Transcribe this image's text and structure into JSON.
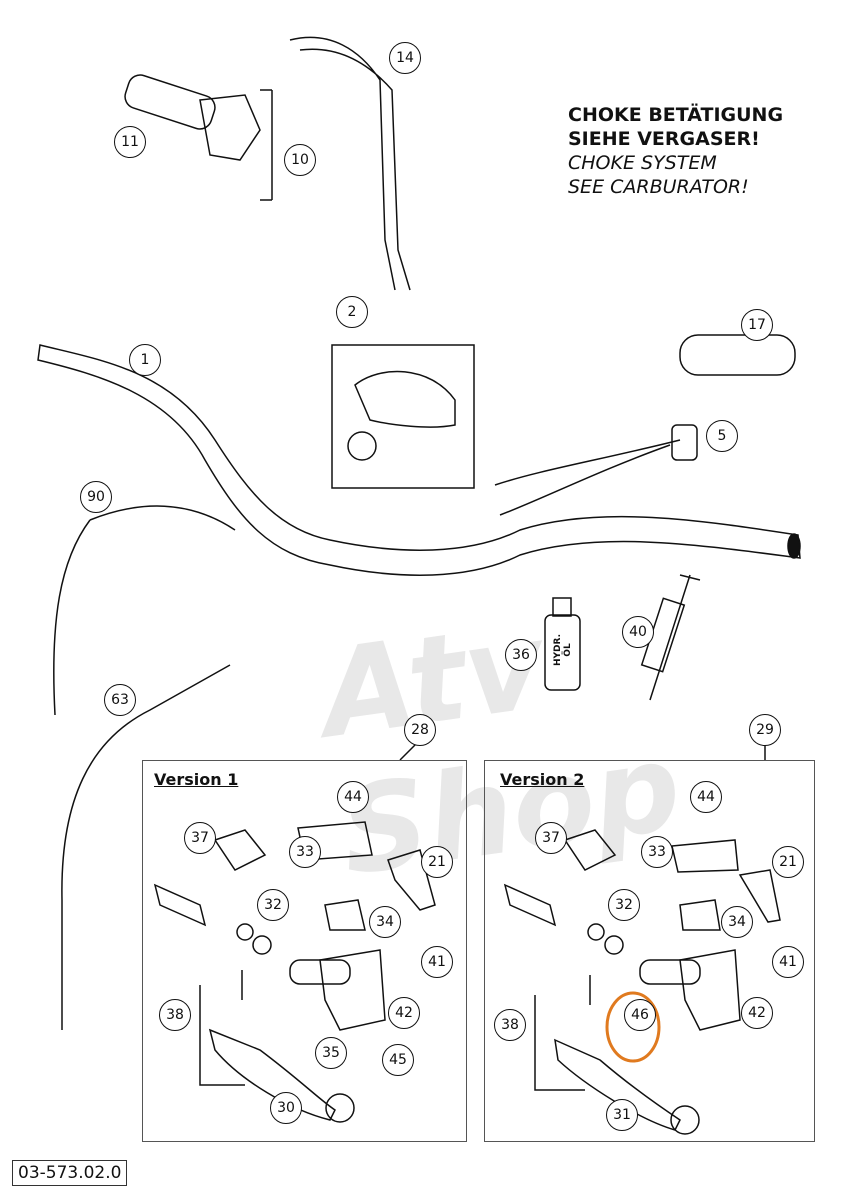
{
  "notes": {
    "choke_de_line1": "CHOKE BETÄTIGUNG",
    "choke_de_line2": "SIEHE VERGASER!",
    "choke_en_line1": "CHOKE SYSTEM",
    "choke_en_line2": "SEE CARBURATOR!"
  },
  "watermark": "Atv Shop",
  "panels": {
    "version1_title": "Version 1",
    "version2_title": "Version 2"
  },
  "bottle_label": "HYDR. ÖL",
  "callouts": {
    "c1": "1",
    "c2": "2",
    "c5": "5",
    "c10": "10",
    "c11": "11",
    "c14": "14",
    "c17": "17",
    "c28": "28",
    "c29": "29",
    "c36": "36",
    "c40": "40",
    "c63": "63",
    "c90": "90",
    "v1_44": "44",
    "v1_37": "37",
    "v1_33": "33",
    "v1_21": "21",
    "v1_32": "32",
    "v1_34": "34",
    "v1_41": "41",
    "v1_42": "42",
    "v1_38": "38",
    "v1_35": "35",
    "v1_45": "45",
    "v1_30": "30",
    "v2_44": "44",
    "v2_37": "37",
    "v2_33": "33",
    "v2_21": "21",
    "v2_32": "32",
    "v2_34": "34",
    "v2_41": "41",
    "v2_42": "42",
    "v2_38": "38",
    "v2_46": "46",
    "v2_31": "31"
  },
  "highlight_color": "#e07a1f",
  "part_code": "03-573.02.0"
}
